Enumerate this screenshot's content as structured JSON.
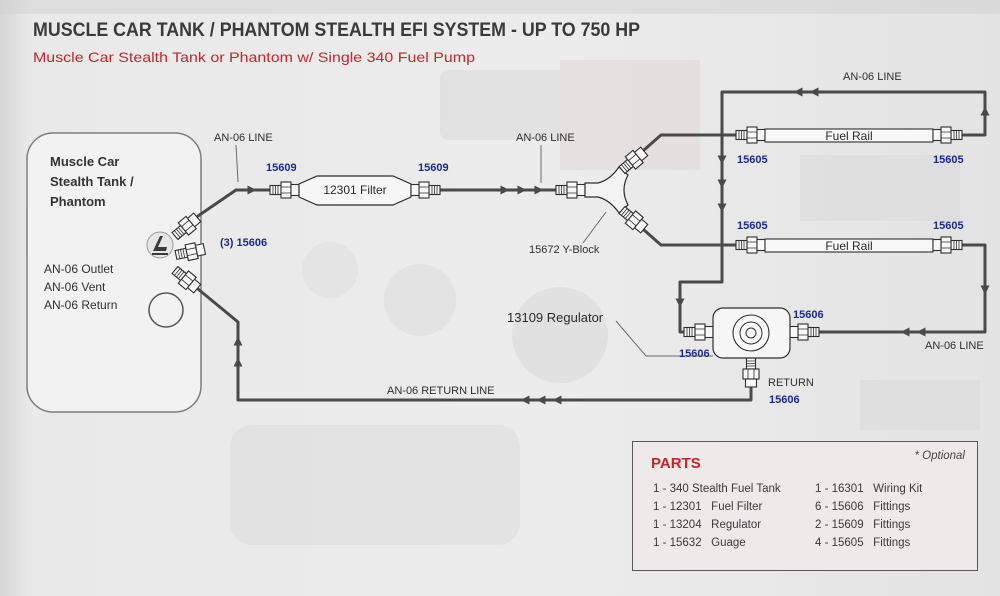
{
  "title": "MUSCLE CAR TANK / PHANTOM STEALTH EFI SYSTEM - UP TO 750 HP",
  "subtitle": "Muscle Car Stealth Tank or Phantom w/ Single 340 Fuel Pump",
  "colors": {
    "title": "#3a3a3a",
    "subtitle": "#c0282d",
    "line": "#4a4a4a",
    "part_number": "#1b2c8c",
    "parts_heading": "#c8252b"
  },
  "tank": {
    "name_lines": [
      "Muscle Car",
      "Stealth Tank /",
      "Phantom"
    ],
    "ports": [
      "AN-06 Outlet",
      "AN-06 Vent",
      "AN-06 Return"
    ],
    "fittings_label": "(3) 15606"
  },
  "lines": {
    "tank_to_filter": "AN-06 LINE",
    "filter_to_yblock": "AN-06 LINE",
    "rail_crossover": "AN-06 LINE",
    "rail_to_regulator": "AN-06 LINE",
    "return": "AN-06 RETURN LINE"
  },
  "filter": {
    "label": "12301 Filter",
    "inlet_fitting": "15609",
    "outlet_fitting": "15609"
  },
  "y_block": {
    "label": "15672 Y-Block"
  },
  "fuel_rails": [
    {
      "label": "Fuel Rail",
      "inlet_fitting": "15605",
      "outlet_fitting": "15605"
    },
    {
      "label": "Fuel Rail",
      "inlet_fitting": "15605",
      "outlet_fitting": "15605"
    }
  ],
  "regulator": {
    "label": "13109 Regulator",
    "inlet_fitting": "15606",
    "outlet_fitting": "15606",
    "return_label": "RETURN",
    "return_fitting": "15606"
  },
  "parts": {
    "heading": "PARTS",
    "note": "* Optional",
    "left": [
      "1 - 340 Stealth Fuel Tank",
      "1 - 12301   Fuel Filter",
      "1 - 13204   Regulator",
      "1 - 15632   Guage"
    ],
    "right": [
      "1 - 16301   Wiring Kit",
      "6 - 15606   Fittings",
      "2 - 15609   Fittings",
      "4 - 15605   Fittings"
    ]
  }
}
